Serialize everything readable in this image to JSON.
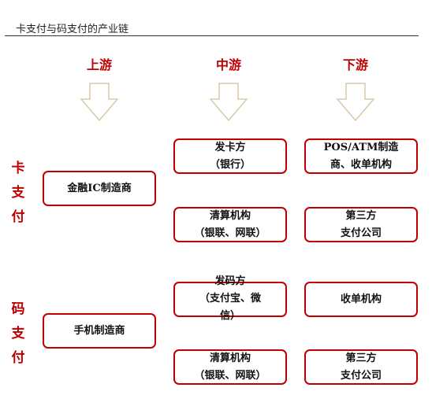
{
  "title": "卡支付与码支付的产业链",
  "stages": [
    "上游",
    "中游",
    "下游"
  ],
  "side_labels": {
    "card": [
      "卡",
      "支",
      "付"
    ],
    "code": [
      "码",
      "支",
      "付"
    ]
  },
  "card_chain": {
    "upstream": [
      "金融IC制造商"
    ],
    "midstream_top": [
      "发卡方",
      "（银行）"
    ],
    "midstream_bottom": [
      "清算机构",
      "（银联、网联）"
    ],
    "downstream_top": [
      "POS/ATM制造",
      "商、收单机构"
    ],
    "downstream_bottom": [
      "第三方",
      "支付公司"
    ]
  },
  "code_chain": {
    "upstream": [
      "手机制造商"
    ],
    "midstream_top": [
      "发码方",
      "（支付宝、微",
      "信）"
    ],
    "midstream_bottom": [
      "清算机构",
      "（银联、网联）"
    ],
    "downstream_top": [
      "收单机构"
    ],
    "downstream_bottom": [
      "第三方",
      "支付公司"
    ]
  },
  "colors": {
    "accent": "#c00000",
    "arrow": "#d8c8a8"
  }
}
